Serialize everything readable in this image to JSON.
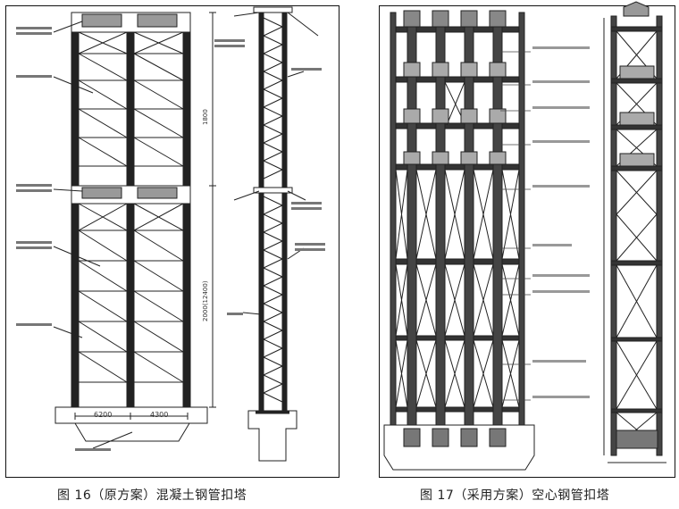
{
  "figure_left": {
    "caption": "图 16（原方案）混凝土钢管扣塔",
    "front": {
      "bottom_dim_left": "6200",
      "bottom_dim_right": "4300",
      "vertical_dim_upper": "1800",
      "vertical_dim_lower": "2000(12400)"
    }
  },
  "figure_right": {
    "caption": "图 17（采用方案）空心钢管扣塔"
  }
}
